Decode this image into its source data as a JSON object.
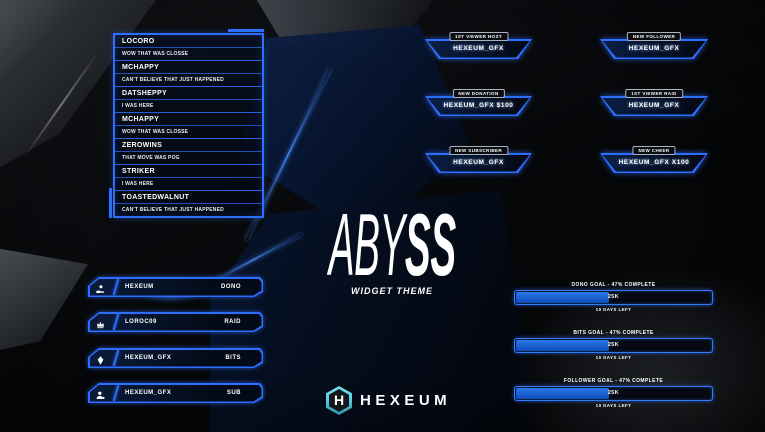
{
  "theme": {
    "title_light": "ABY",
    "title_bold": "SS",
    "subtitle": "WIDGET THEME",
    "colors": {
      "accent": "#2d6eff",
      "accent-deep": "#0d4dbc",
      "logo-teal": "#5fd3e3"
    }
  },
  "chat": {
    "messages": [
      {
        "user": "LOCORO",
        "text": "WOW THAT WAS CLOSSE"
      },
      {
        "user": "MCHAPPY",
        "text": "CAN'T BELIEVE THAT JUST HAPPENED"
      },
      {
        "user": "DATSHEPPY",
        "text": "I WAS HERE"
      },
      {
        "user": "MCHAPPY",
        "text": "WOW THAT WAS CLOSSE"
      },
      {
        "user": "ZEROWINS",
        "text": "THAT MOVE WAS POG"
      },
      {
        "user": "STRIKER",
        "text": "I WAS HERE"
      },
      {
        "user": "TOASTEDWALNUT",
        "text": "CAN'T BELIEVE THAT JUST HAPPENED"
      }
    ]
  },
  "alerts": [
    {
      "label": "1ST VIEWER HOST",
      "text": "HEXEUM_GFX"
    },
    {
      "label": "NEW FOLLOWER",
      "text": "HEXEUM_GFX"
    },
    {
      "label": "NEW DONATION",
      "text": "HEXEUM_GFX $100"
    },
    {
      "label": "1ST VIEWER RAID",
      "text": "HEXEUM_GFX"
    },
    {
      "label": "NEW SUBSCRIBER",
      "text": "HEXEUM_GFX"
    },
    {
      "label": "NEW CHEER",
      "text": "HEXEUM_GFX X100"
    }
  ],
  "events": [
    {
      "icon": "donation-icon",
      "user": "HEXEUM",
      "type": "DONO"
    },
    {
      "icon": "raid-icon",
      "user": "LOROC09",
      "type": "RAID"
    },
    {
      "icon": "bits-icon",
      "user": "HEXEUM_GFX",
      "type": "BITS"
    },
    {
      "icon": "sub-icon",
      "user": "HEXEUM_GFX",
      "type": "SUB"
    }
  ],
  "goals": [
    {
      "title": "DONO GOAL - 47% COMPLETE",
      "value": "25K",
      "remaining": "10 DAYS LEFT",
      "percent": 47
    },
    {
      "title": "BITS GOAL - 47% COMPLETE",
      "value": "25K",
      "remaining": "10 DAYS LEFT",
      "percent": 47
    },
    {
      "title": "FOLLOWER GOAL - 47% COMPLETE",
      "value": "25K",
      "remaining": "10 DAYS LEFT",
      "percent": 47
    }
  ],
  "brand": {
    "logo_letter": "H",
    "logo_text": "HEXEUM"
  }
}
